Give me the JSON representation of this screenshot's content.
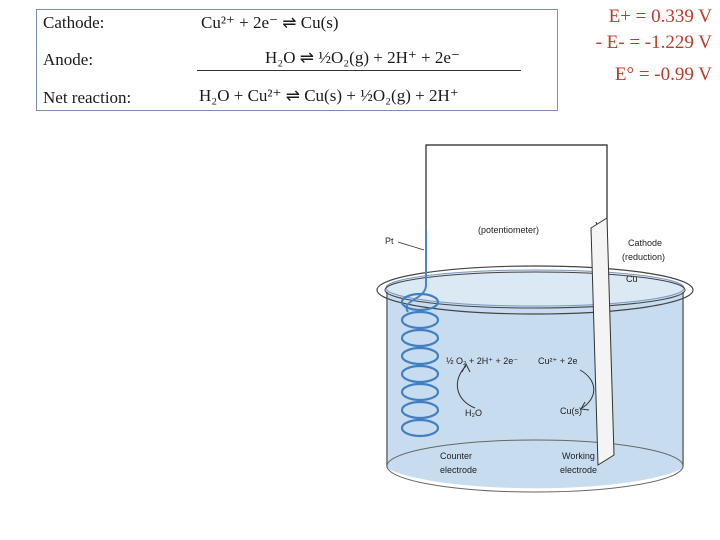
{
  "reactions": {
    "cathode": {
      "label": "Cathode:",
      "equation": "Cu²⁺ + 2e⁻ ⇌ Cu(s)"
    },
    "anode": {
      "label": "Anode:",
      "equation": "H₂O ⇌ ½O₂(g) + 2H⁺ + 2e⁻"
    },
    "net": {
      "label": "Net reaction:",
      "equation": "H₂O + Cu²⁺ ⇌ Cu(s) + ½O₂(g) + 2H⁺"
    }
  },
  "potentials": {
    "e_plus": "E+ = 0.339 V",
    "e_minus": "- E- = -1.229 V",
    "e_cell": "E° = -0.99 V",
    "color": "#c0392b"
  },
  "cell_diagram": {
    "potentiometer": "(potentiometer)",
    "pt": "Pt",
    "cathode": "Cathode",
    "reduction": "(reduction)",
    "cu": "Cu",
    "left_reaction": "½ O₂ + 2H⁺ + 2e⁻",
    "right_reaction": "Cu²⁺ + 2e",
    "h2o": "H₂O",
    "cus": "Cu(s)",
    "counter": "Counter",
    "counter_electrode": "electrode",
    "working": "Working",
    "working_electrode": "electrode",
    "solution_color": "#c7dcef"
  }
}
